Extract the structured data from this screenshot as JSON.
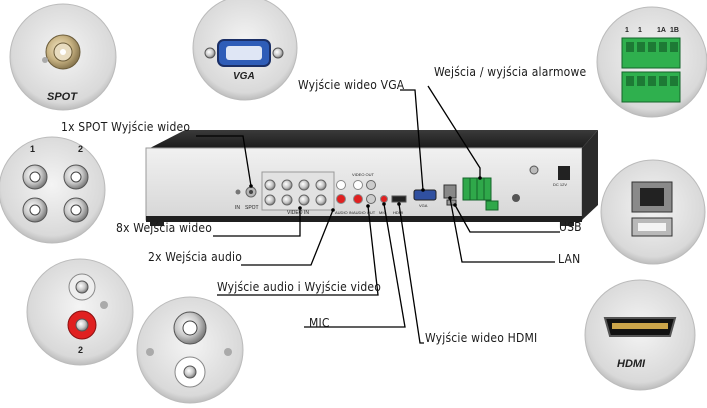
{
  "labels": {
    "spot_out": "1x SPOT Wyjście wideo",
    "video_in": "8x Wejścia wideo",
    "audio_in": "2x Wejścia audio",
    "audio_video_out": "Wyjście audio i Wyjście video",
    "mic": "MIC",
    "hdmi_out": "Wyjście wideo  HDMI",
    "vga_out": "Wyjście wideo  VGA",
    "alarm_io": "Wejścia / wyjścia alarmowe",
    "usb": "USB",
    "lan": "LAN"
  },
  "insets": {
    "spot": "SPOT",
    "vga": "VGA",
    "hdmi": "HDMI",
    "bnc_nums": [
      "1",
      "2"
    ],
    "audio_num": "2",
    "alarm_nums": [
      "1",
      "1",
      "1A",
      "1B"
    ]
  },
  "panel": {
    "bnc_group_label": "VIDEO IN",
    "spot_label": "SPOT",
    "in_label": "IN",
    "audio_in_label": "AUDIO IN",
    "audio_out_label": "AUDIO OUT",
    "video_out_label": "VIDEO OUT",
    "mic_label": "MIC",
    "hdmi_label": "HDMI",
    "vga_label": "VGA",
    "dc_label": "DC 12V"
  }
}
